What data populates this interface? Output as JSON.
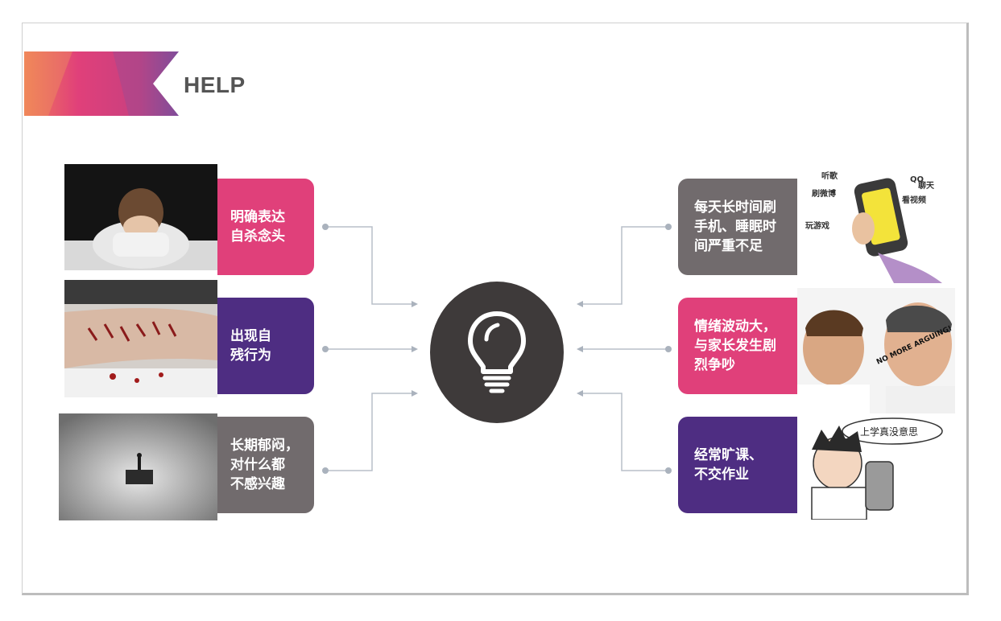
{
  "header": {
    "title": "HELP"
  },
  "left_items": [
    {
      "label": "明确表达\n自杀念头",
      "color": "#e0407a"
    },
    {
      "label": "出现自\n残行为",
      "color": "#4e2d82"
    },
    {
      "label": "长期郁闷，\n对什么都\n不感兴趣",
      "color": "#716b6d"
    }
  ],
  "right_items": [
    {
      "label": "每天长时间刷\n手机、睡眠时\n间严重不足",
      "color": "#716b6d"
    },
    {
      "label": "情绪波动大，\n与家长发生剧\n烈争吵",
      "color": "#e0407a"
    },
    {
      "label": "经常旷课、\n不交作业",
      "color": "#4e2d82"
    }
  ],
  "center": {
    "icon": "lightbulb-icon"
  },
  "illustrations": {
    "phone_words": [
      "听歌",
      "看视频",
      "刷微博",
      "玩游戏",
      "QQ",
      "聊天"
    ],
    "argue_text": "NO MORE ARGUING!",
    "school_bubble": "上学真没意思"
  }
}
